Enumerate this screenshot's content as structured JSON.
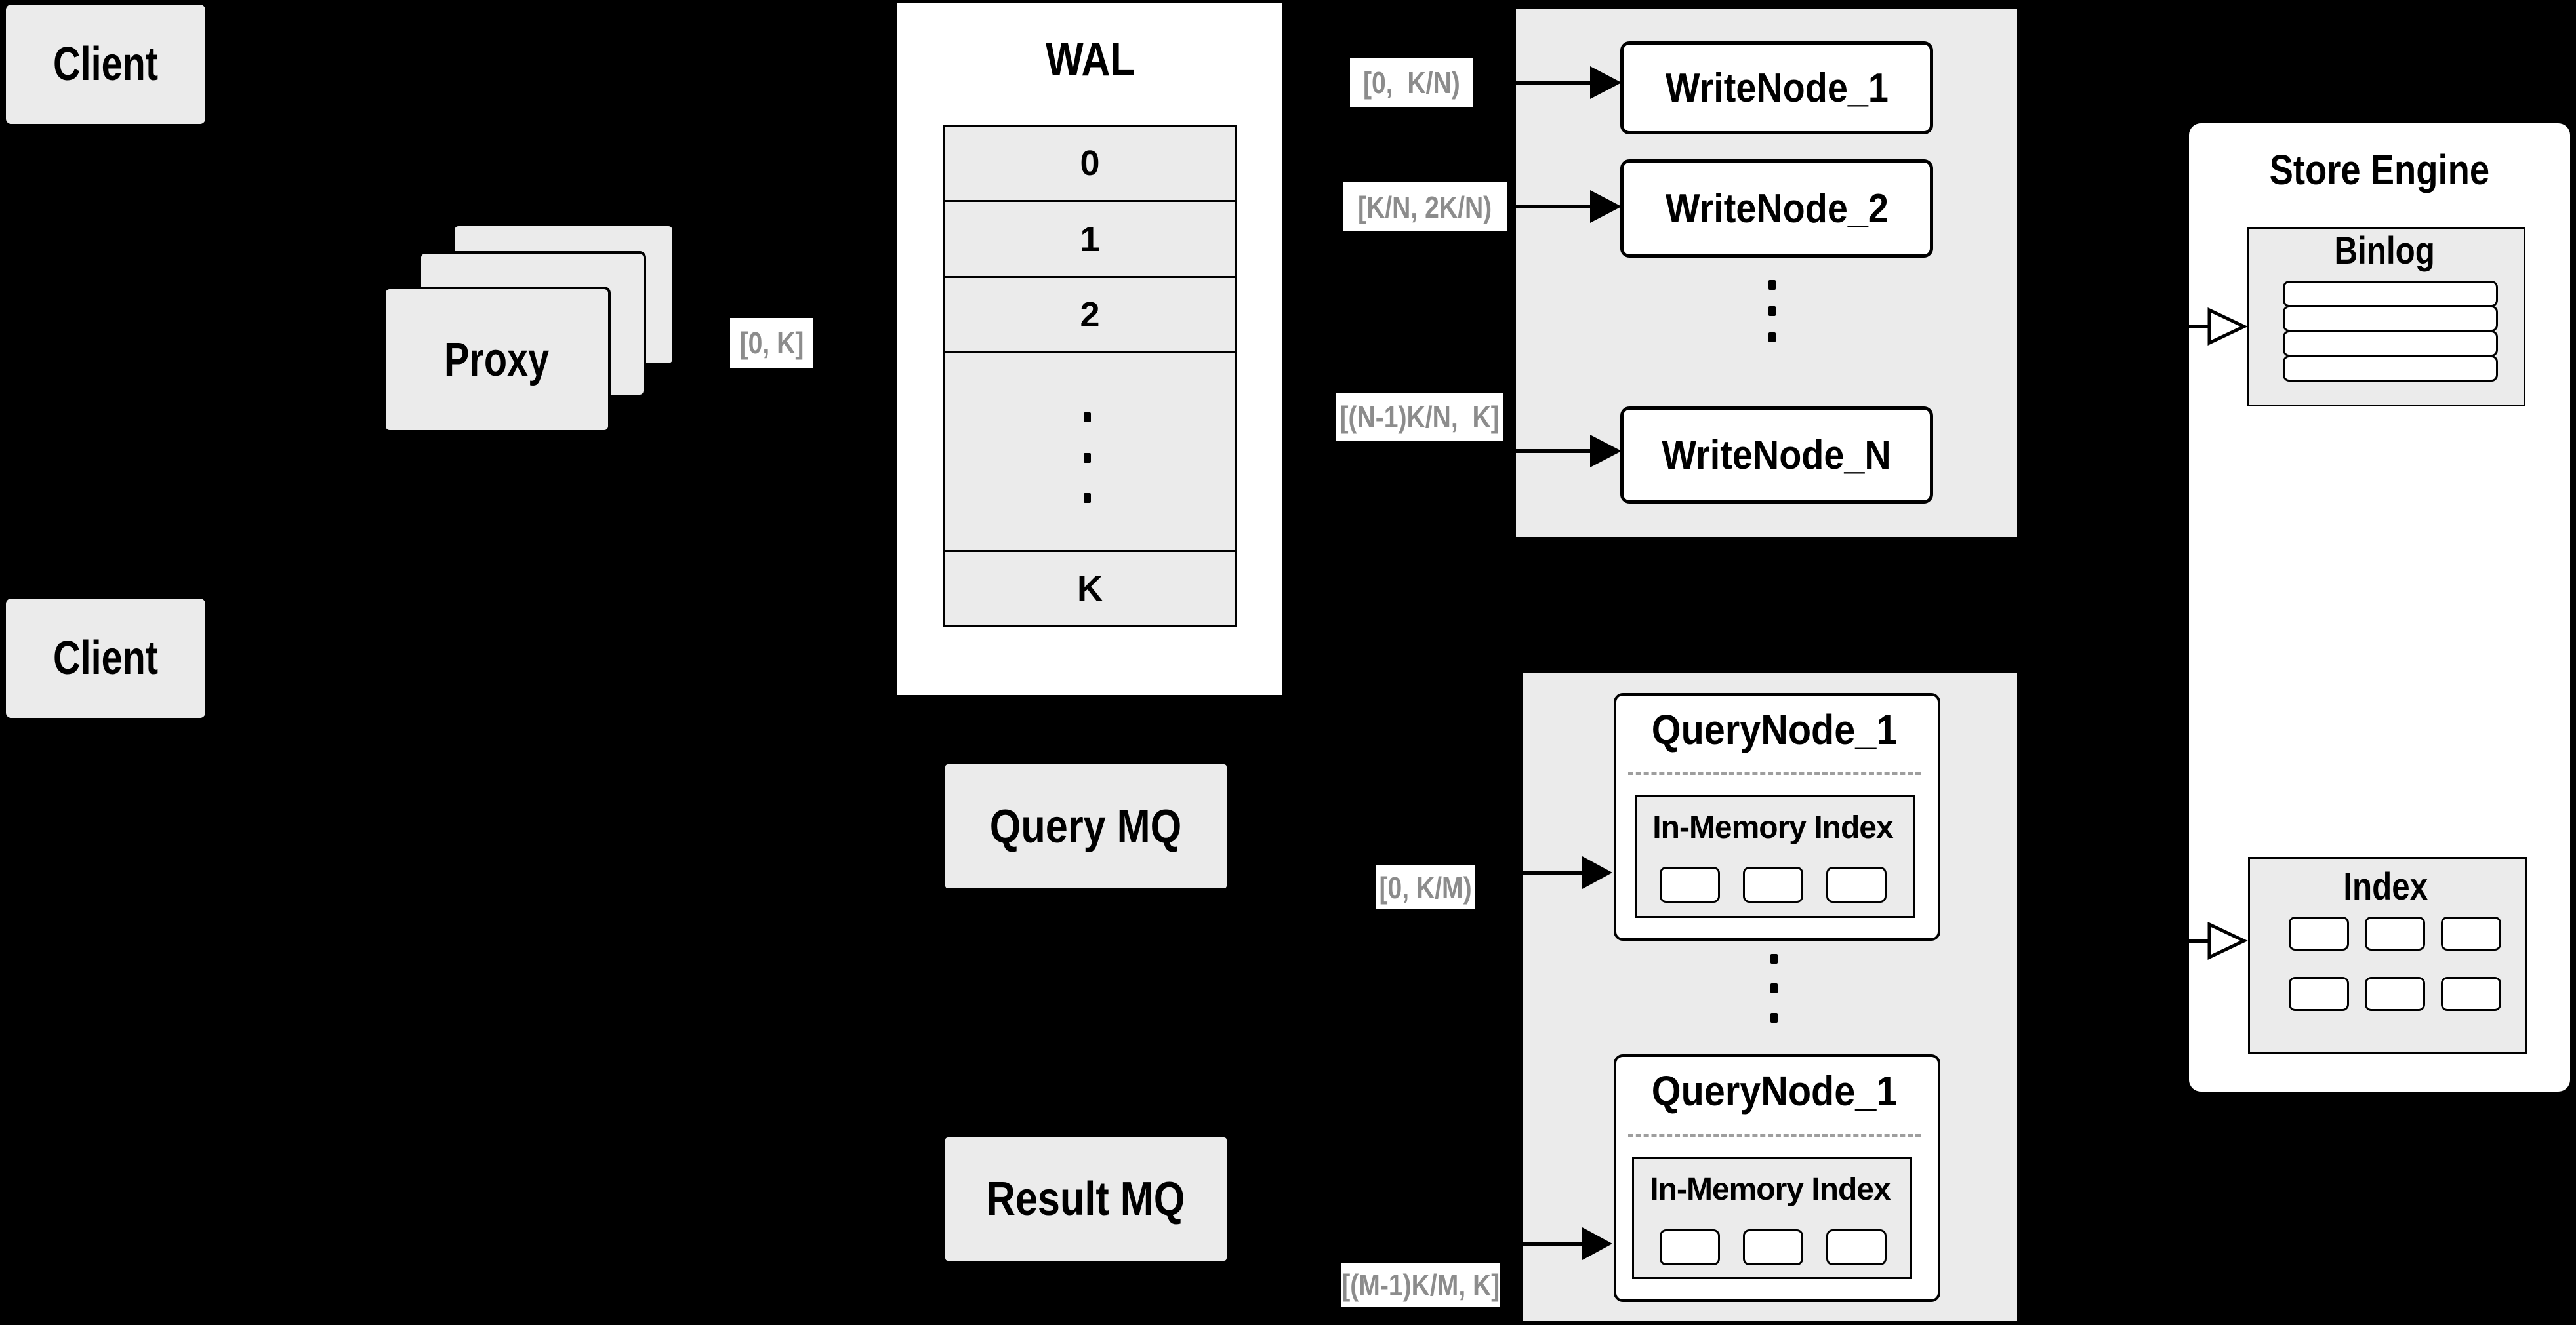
{
  "colors": {
    "background": "#000000",
    "box_fill": "#ebebeb",
    "box_white": "#ffffff",
    "border": "#000000",
    "range_label_text": "#8c8c8c",
    "dashed_divider": "#9e9e9e"
  },
  "client_top": {
    "label": "Client"
  },
  "client_bottom": {
    "label": "Client"
  },
  "proxy": {
    "label": "Proxy"
  },
  "wal": {
    "title": "WAL",
    "rows": [
      "0",
      "1",
      "2"
    ],
    "last_row": "K"
  },
  "range_labels": {
    "proxy_out": "[0, K]",
    "write_1": "[0,  K/N)",
    "write_2": "[K/N, 2K/N)",
    "write_n": "[(N-1)K/N,  K]",
    "query_first": "[0, K/M)",
    "query_last": "[(M-1)K/M, K]"
  },
  "write_nodes": {
    "node_1": "WriteNode_1",
    "node_2": "WriteNode_2",
    "node_n": "WriteNode_N"
  },
  "query_nodes": {
    "first": {
      "title": "QueryNode_1",
      "memory_index": "In-Memory Index"
    },
    "last": {
      "title": "QueryNode_1",
      "memory_index": "In-Memory Index"
    }
  },
  "mq": {
    "query": "Query MQ",
    "result": "Result MQ"
  },
  "store_engine": {
    "title": "Store Engine",
    "binlog_title": "Binlog",
    "index_title": "Index"
  }
}
